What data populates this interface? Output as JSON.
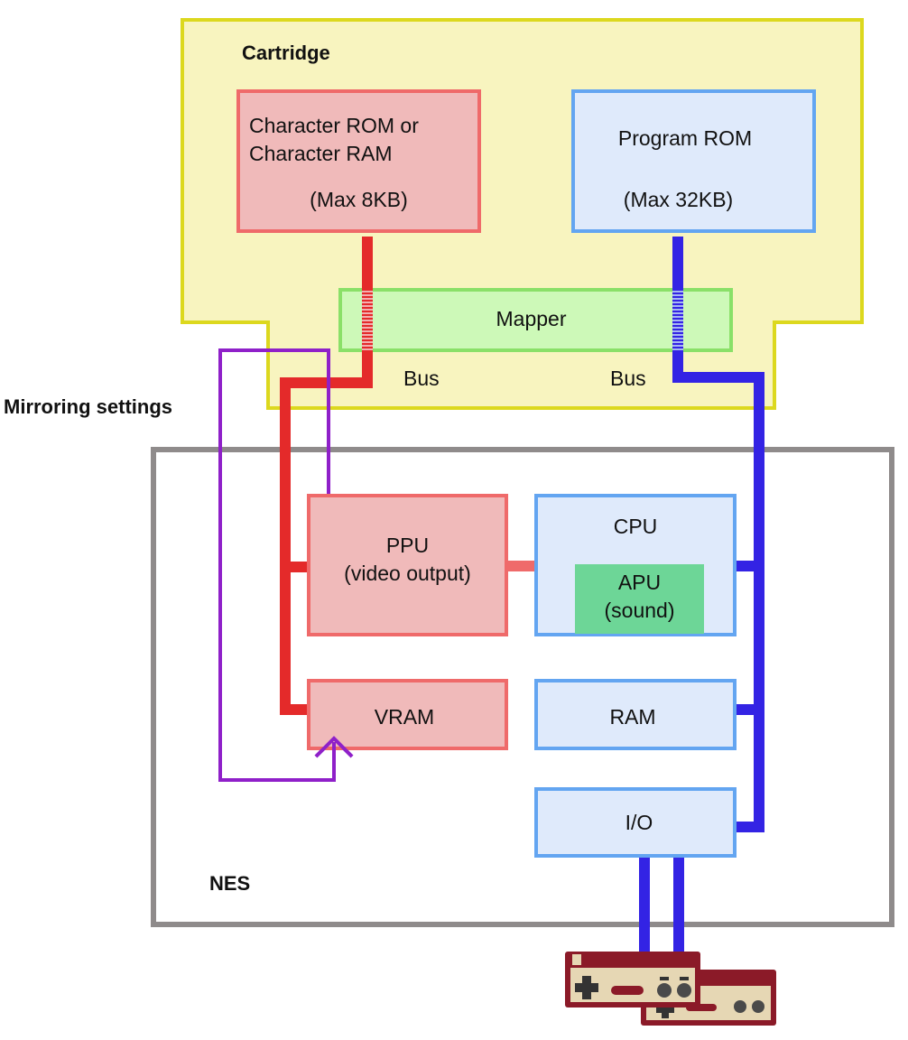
{
  "cartridge": {
    "label": "Cartridge",
    "char_rom": {
      "line1": "Character ROM or",
      "line2": "Character RAM",
      "size": "(Max 8KB)"
    },
    "prg_rom": {
      "label": "Program ROM",
      "size": "(Max 32KB)"
    },
    "mapper": "Mapper",
    "bus_left": "Bus",
    "bus_right": "Bus"
  },
  "mirroring_label": "Mirroring settings",
  "nes": {
    "label": "NES",
    "ppu": {
      "label": "PPU",
      "sub": "(video output)"
    },
    "cpu": {
      "label": "CPU"
    },
    "apu": {
      "label": "APU",
      "sub": "(sound)"
    },
    "vram": "VRAM",
    "ram": "RAM",
    "io": "I/O"
  },
  "colors": {
    "cartridge_fill": "#f8f4bf",
    "cartridge_stroke": "#dcd81e",
    "red_fill": "#f0baba",
    "red_stroke": "#ef6a6a",
    "red_bus": "#e42a2a",
    "blue_fill": "#dfeafb",
    "blue_stroke": "#63a5f1",
    "blue_bus": "#3323e4",
    "mapper_fill": "#cdf9b8",
    "mapper_stroke": "#8ae068",
    "apu_fill": "#6dd697",
    "nes_stroke": "#8f8b8b",
    "mirror_line": "#8f20c9",
    "controller": "#8b1a28",
    "controller_panel": "#e6d7b4"
  },
  "icons": [
    "controller-1-icon",
    "controller-2-icon"
  ]
}
